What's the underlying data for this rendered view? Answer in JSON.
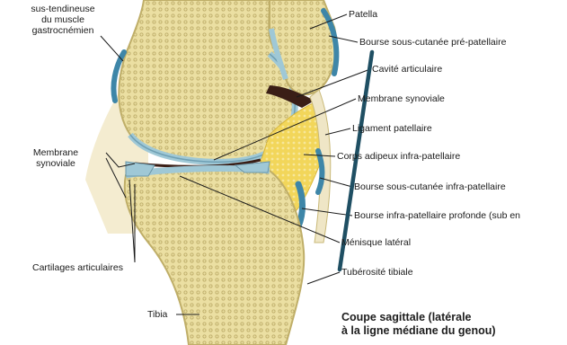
{
  "diagram": {
    "labels": {
      "gastrocnemius_top_1": "sus-tendineuse",
      "gastrocnemius_top_2": "du muscle",
      "gastrocnemius_top_3": "gastrocnémien",
      "patella": "Patella",
      "prepatellar_bursa": "Bourse sous-cutanée pré-patellaire",
      "articular_cavity": "Cavité articulaire",
      "synovial_membrane_right": "Membrane synoviale",
      "patellar_ligament": "Ligament patellaire",
      "infrapatellar_fat_pad": "Corps adipeux infra-patellaire",
      "subcutaneous_infrapatellar_bursa": "Bourse sous-cutanée infra-patellaire",
      "deep_infrapatellar_bursa": "Bourse infra-patellaire profonde (sub en",
      "lateral_meniscus": "Ménisque latéral",
      "tibial_tuberosity": "Tubérosité tibiale",
      "synovial_membrane_left_1": "Membrane",
      "synovial_membrane_left_2": "synoviale",
      "articular_cartilages": "Cartilages articulaires",
      "tibia": "Tibia"
    },
    "caption_line_1": "Coupe sagittale (latérale",
    "caption_line_2": "à la ligne médiane du genou)",
    "colors": {
      "bone": "#e8dc9c",
      "cortex": "#cfc07a",
      "cartilage": "#a9cdd8",
      "bursa": "#3e86a8",
      "fat_pad": "#f1d85a",
      "cavity": "#3a1e16",
      "accent_line": "#1f4f63"
    }
  }
}
